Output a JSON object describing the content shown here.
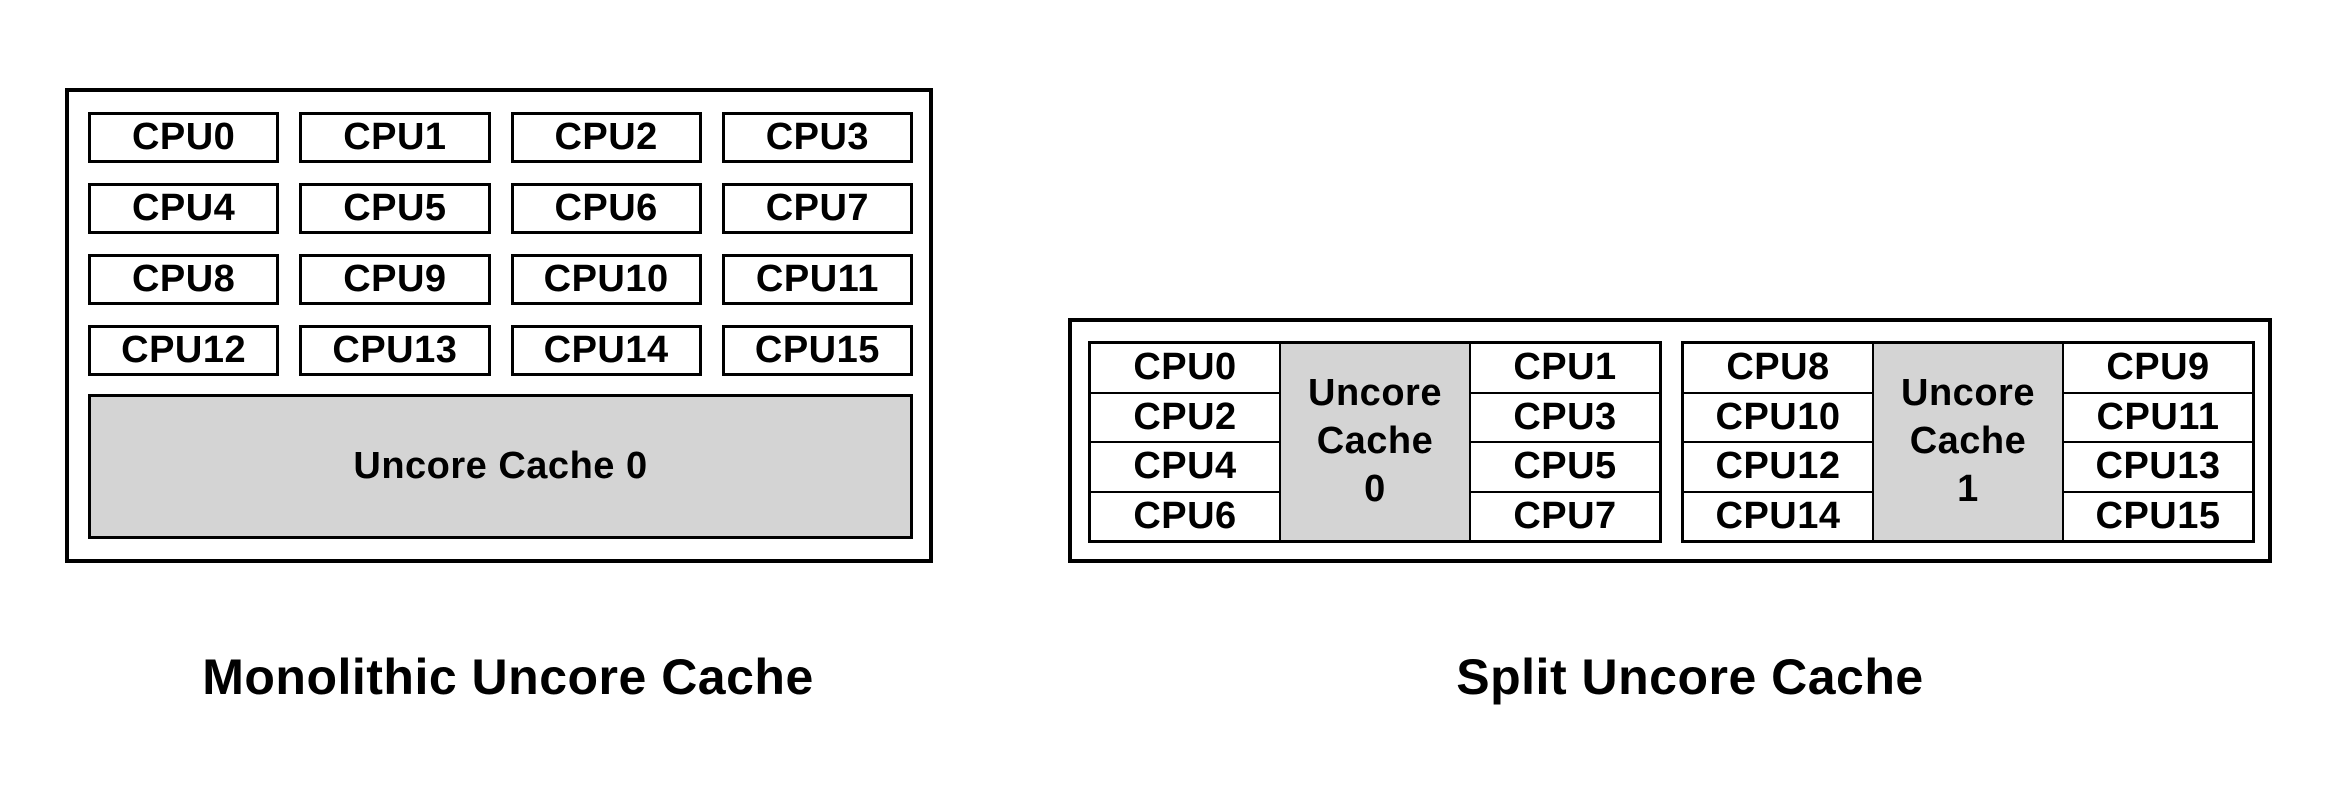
{
  "monolithic": {
    "title": "Monolithic Uncore Cache",
    "cpus": [
      "CPU0",
      "CPU1",
      "CPU2",
      "CPU3",
      "CPU4",
      "CPU5",
      "CPU6",
      "CPU7",
      "CPU8",
      "CPU9",
      "CPU10",
      "CPU11",
      "CPU12",
      "CPU13",
      "CPU14",
      "CPU15"
    ],
    "cache_label": "Uncore Cache 0"
  },
  "split": {
    "title": "Split Uncore Cache",
    "clusters": [
      {
        "left_cpus": [
          "CPU0",
          "CPU2",
          "CPU4",
          "CPU6"
        ],
        "cache_lines": [
          "Uncore",
          "Cache",
          "0"
        ],
        "right_cpus": [
          "CPU1",
          "CPU3",
          "CPU5",
          "CPU7"
        ]
      },
      {
        "left_cpus": [
          "CPU8",
          "CPU10",
          "CPU12",
          "CPU14"
        ],
        "cache_lines": [
          "Uncore",
          "Cache",
          "1"
        ],
        "right_cpus": [
          "CPU9",
          "CPU11",
          "CPU13",
          "CPU15"
        ]
      }
    ]
  },
  "colors": {
    "background": "#ffffff",
    "border": "#000000",
    "text": "#000000",
    "cache_fill": "#d4d4d4"
  }
}
